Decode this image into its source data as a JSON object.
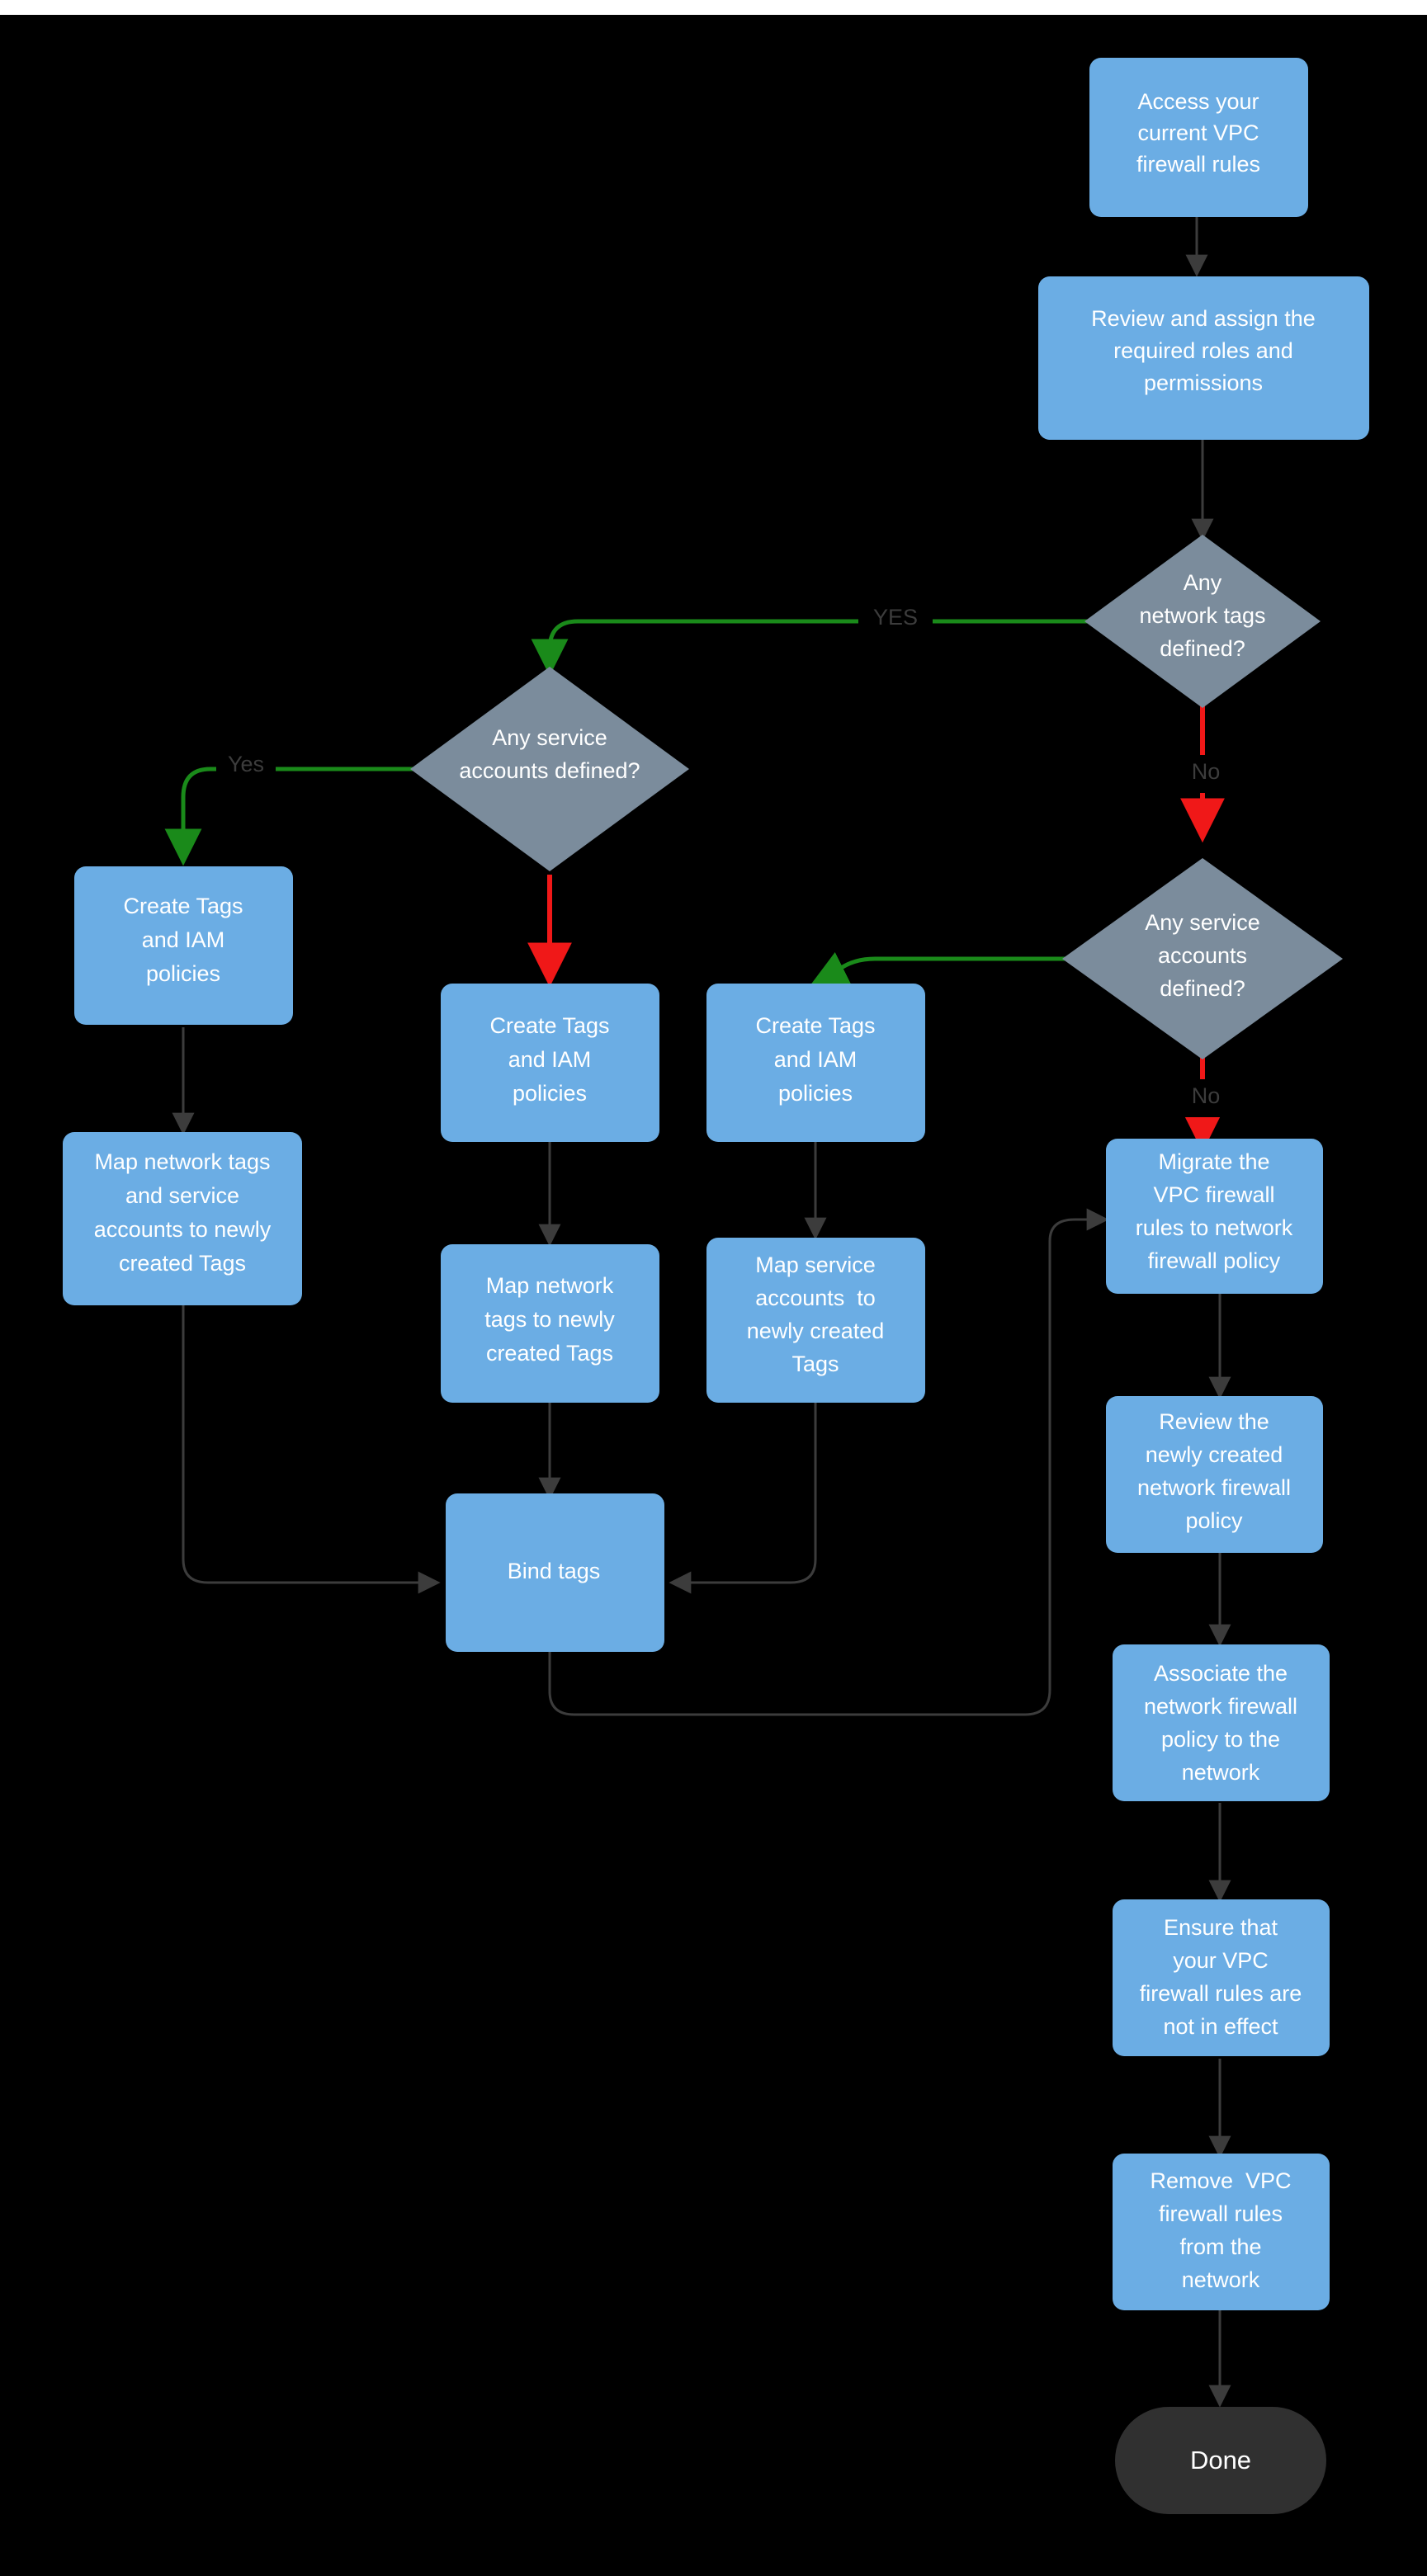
{
  "diagram": {
    "title": "VPC firewall rules to network firewall policy migration flow",
    "background": "#000000",
    "colors": {
      "process_fill": "#6bade4",
      "decision_fill": "#7b8c9c",
      "terminal_fill": "#303030",
      "edge_default": "#3c3c3c",
      "edge_yes": "#1a8a1a",
      "edge_no": "#f01818",
      "node_text": "#ffffff",
      "edge_text": "#3c3c3c"
    },
    "nodes": [
      {
        "id": "access",
        "type": "process",
        "lines": [
          "Access your",
          "current VPC",
          "firewall rules"
        ]
      },
      {
        "id": "review_roles",
        "type": "process",
        "lines": [
          "Review and assign the",
          "required roles and",
          "permissions"
        ]
      },
      {
        "id": "q_network_tags",
        "type": "decision",
        "lines": [
          "Any",
          "network tags",
          "defined?"
        ]
      },
      {
        "id": "q_svc_left",
        "type": "decision",
        "lines": [
          "Any service",
          "accounts defined?"
        ]
      },
      {
        "id": "q_svc_right",
        "type": "decision",
        "lines": [
          "Any service",
          "accounts",
          "defined?"
        ]
      },
      {
        "id": "create_tags_left",
        "type": "process",
        "lines": [
          "Create Tags",
          "and IAM",
          "policies"
        ]
      },
      {
        "id": "create_tags_mid",
        "type": "process",
        "lines": [
          "Create Tags",
          "and IAM",
          "policies"
        ]
      },
      {
        "id": "create_tags_right",
        "type": "process",
        "lines": [
          "Create Tags",
          "and IAM",
          "policies"
        ]
      },
      {
        "id": "map_both",
        "type": "process",
        "lines": [
          "Map network tags",
          "and service",
          "accounts to newly",
          "created Tags"
        ]
      },
      {
        "id": "map_tags",
        "type": "process",
        "lines": [
          "Map network",
          "tags to newly",
          "created Tags"
        ]
      },
      {
        "id": "map_accounts",
        "type": "process",
        "lines": [
          "Map service",
          "accounts  to",
          "newly created",
          "Tags"
        ]
      },
      {
        "id": "bind_tags",
        "type": "process",
        "lines": [
          "Bind tags"
        ]
      },
      {
        "id": "migrate",
        "type": "process",
        "lines": [
          "Migrate the",
          "VPC firewall",
          "rules to network",
          "firewall policy"
        ]
      },
      {
        "id": "review_policy",
        "type": "process",
        "lines": [
          "Review the",
          "newly created",
          "network firewall",
          "policy"
        ]
      },
      {
        "id": "associate",
        "type": "process",
        "lines": [
          "Associate the",
          "network firewall",
          "policy to the",
          "network"
        ]
      },
      {
        "id": "ensure",
        "type": "process",
        "lines": [
          "Ensure that",
          "your VPC",
          "firewall rules are",
          "not in effect"
        ]
      },
      {
        "id": "remove",
        "type": "process",
        "lines": [
          "Remove  VPC",
          "firewall rules",
          "from the",
          "network"
        ]
      },
      {
        "id": "done",
        "type": "terminal",
        "lines": [
          "Done"
        ]
      }
    ],
    "edges": [
      {
        "from": "access",
        "to": "review_roles",
        "label": "",
        "color": "#3c3c3c"
      },
      {
        "from": "review_roles",
        "to": "q_network_tags",
        "label": "",
        "color": "#3c3c3c"
      },
      {
        "from": "q_network_tags",
        "to": "q_svc_left",
        "label": "YES",
        "color": "#1a8a1a"
      },
      {
        "from": "q_network_tags",
        "to": "q_svc_right",
        "label": "No",
        "color": "#f01818"
      },
      {
        "from": "q_svc_left",
        "to": "create_tags_left",
        "label": "Yes",
        "color": "#1a8a1a"
      },
      {
        "from": "q_svc_left",
        "to": "create_tags_mid",
        "label": "",
        "color": "#f01818"
      },
      {
        "from": "q_svc_right",
        "to": "create_tags_right",
        "label": "",
        "color": "#1a8a1a"
      },
      {
        "from": "q_svc_right",
        "to": "migrate",
        "label": "No",
        "color": "#f01818"
      },
      {
        "from": "create_tags_left",
        "to": "map_both",
        "label": "",
        "color": "#3c3c3c"
      },
      {
        "from": "create_tags_mid",
        "to": "map_tags",
        "label": "",
        "color": "#3c3c3c"
      },
      {
        "from": "create_tags_right",
        "to": "map_accounts",
        "label": "",
        "color": "#3c3c3c"
      },
      {
        "from": "map_both",
        "to": "bind_tags",
        "label": "",
        "color": "#3c3c3c"
      },
      {
        "from": "map_tags",
        "to": "bind_tags",
        "label": "",
        "color": "#3c3c3c"
      },
      {
        "from": "map_accounts",
        "to": "bind_tags",
        "label": "",
        "color": "#3c3c3c"
      },
      {
        "from": "bind_tags",
        "to": "migrate",
        "label": "",
        "color": "#3c3c3c"
      },
      {
        "from": "migrate",
        "to": "review_policy",
        "label": "",
        "color": "#3c3c3c"
      },
      {
        "from": "review_policy",
        "to": "associate",
        "label": "",
        "color": "#3c3c3c"
      },
      {
        "from": "associate",
        "to": "ensure",
        "label": "",
        "color": "#3c3c3c"
      },
      {
        "from": "ensure",
        "to": "remove",
        "label": "",
        "color": "#3c3c3c"
      },
      {
        "from": "remove",
        "to": "done",
        "label": "",
        "color": "#3c3c3c"
      }
    ],
    "edge_labels": {
      "yes_upper": "YES",
      "no_upper": "No",
      "yes_left": "Yes",
      "no_lower": "No"
    },
    "node_text": {
      "access": "Access your\ncurrent VPC\nfirewall rules",
      "review_roles": "Review and assign the\nrequired roles and\npermissions",
      "q_network_tags": "Any\nnetwork tags\ndefined?",
      "q_svc_left": "Any service\naccounts defined?",
      "q_svc_right": "Any service\naccounts\ndefined?",
      "create_tags_left": "Create Tags\nand IAM\npolicies",
      "create_tags_mid": "Create Tags\nand IAM\npolicies",
      "create_tags_right": "Create Tags\nand IAM\npolicies",
      "map_both": "Map network tags\nand service\naccounts to newly\ncreated Tags",
      "map_tags": "Map network\ntags to newly\ncreated Tags",
      "map_accounts": "Map service\naccounts  to\nnewly created\nTags",
      "bind_tags": "Bind tags",
      "migrate": "Migrate the\nVPC firewall\nrules to network\nfirewall policy",
      "review_policy": "Review the\nnewly created\nnetwork firewall\npolicy",
      "associate": "Associate the\nnetwork firewall\npolicy to the\nnetwork",
      "ensure": "Ensure that\nyour VPC\nfirewall rules are\nnot in effect",
      "remove": "Remove  VPC\nfirewall rules\nfrom the\nnetwork",
      "done": "Done"
    }
  }
}
